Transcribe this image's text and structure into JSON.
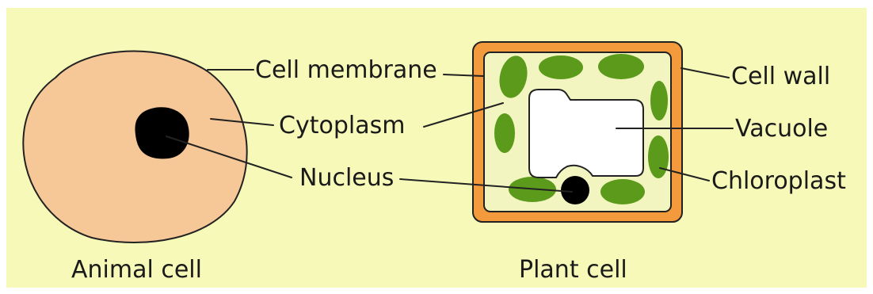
{
  "colors": {
    "background": "#f6f9b8",
    "animal_cell_fill": "#f6c797",
    "cell_wall": "#f39a3c",
    "plant_cytoplasm": "#f2f5bf",
    "chloroplast": "#5c9a1c",
    "vacuole": "#ffffff",
    "nucleus": "#000000",
    "outline": "#222222"
  },
  "animal_cell": {
    "caption": "Animal cell",
    "labels": {
      "cell_membrane": "Cell membrane",
      "cytoplasm": "Cytoplasm",
      "nucleus": "Nucleus"
    }
  },
  "plant_cell": {
    "caption": "Plant cell",
    "labels": {
      "cell_wall": "Cell wall",
      "vacuole": "Vacuole",
      "chloroplast": "Chloroplast"
    }
  }
}
